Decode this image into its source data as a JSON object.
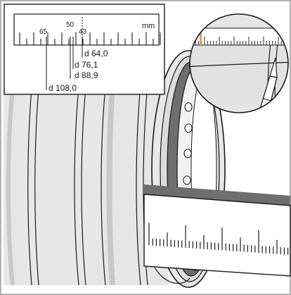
{
  "inset_scale": {
    "tick_numbers": [
      "65",
      "50",
      "43"
    ],
    "unit": "mm",
    "diameters": [
      "d 64,0",
      "d 76,1",
      "d 88,9",
      "d 108,0"
    ]
  },
  "colors": {
    "pipe_fill": "#e6e6e6",
    "pipe_shadow": "#d0d0d0",
    "seal_dark": "#6e6e6e",
    "outline": "#1a1a1a",
    "scale_mark": "#d8a25a"
  }
}
